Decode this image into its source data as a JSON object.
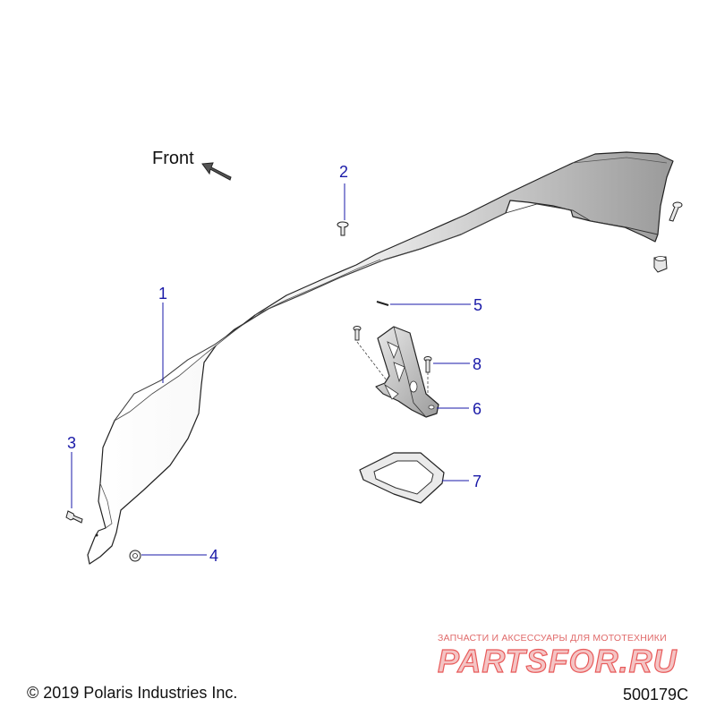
{
  "front_label": "Front",
  "callouts": [
    "1",
    "2",
    "3",
    "4",
    "5",
    "6",
    "7",
    "8"
  ],
  "copyright": "© 2019 Polaris Industries Inc.",
  "part_number": "500179C",
  "watermark": {
    "tagline": "ЗАПЧАСТИ И АКСЕССУАРЫ ДЛЯ МОТОТЕХНИКИ",
    "logo": "PARTSFOR.RU"
  },
  "colors": {
    "callout": "#1a1aa8",
    "part_fill": "#c9c9c9",
    "watermark": "#e85a5a"
  }
}
